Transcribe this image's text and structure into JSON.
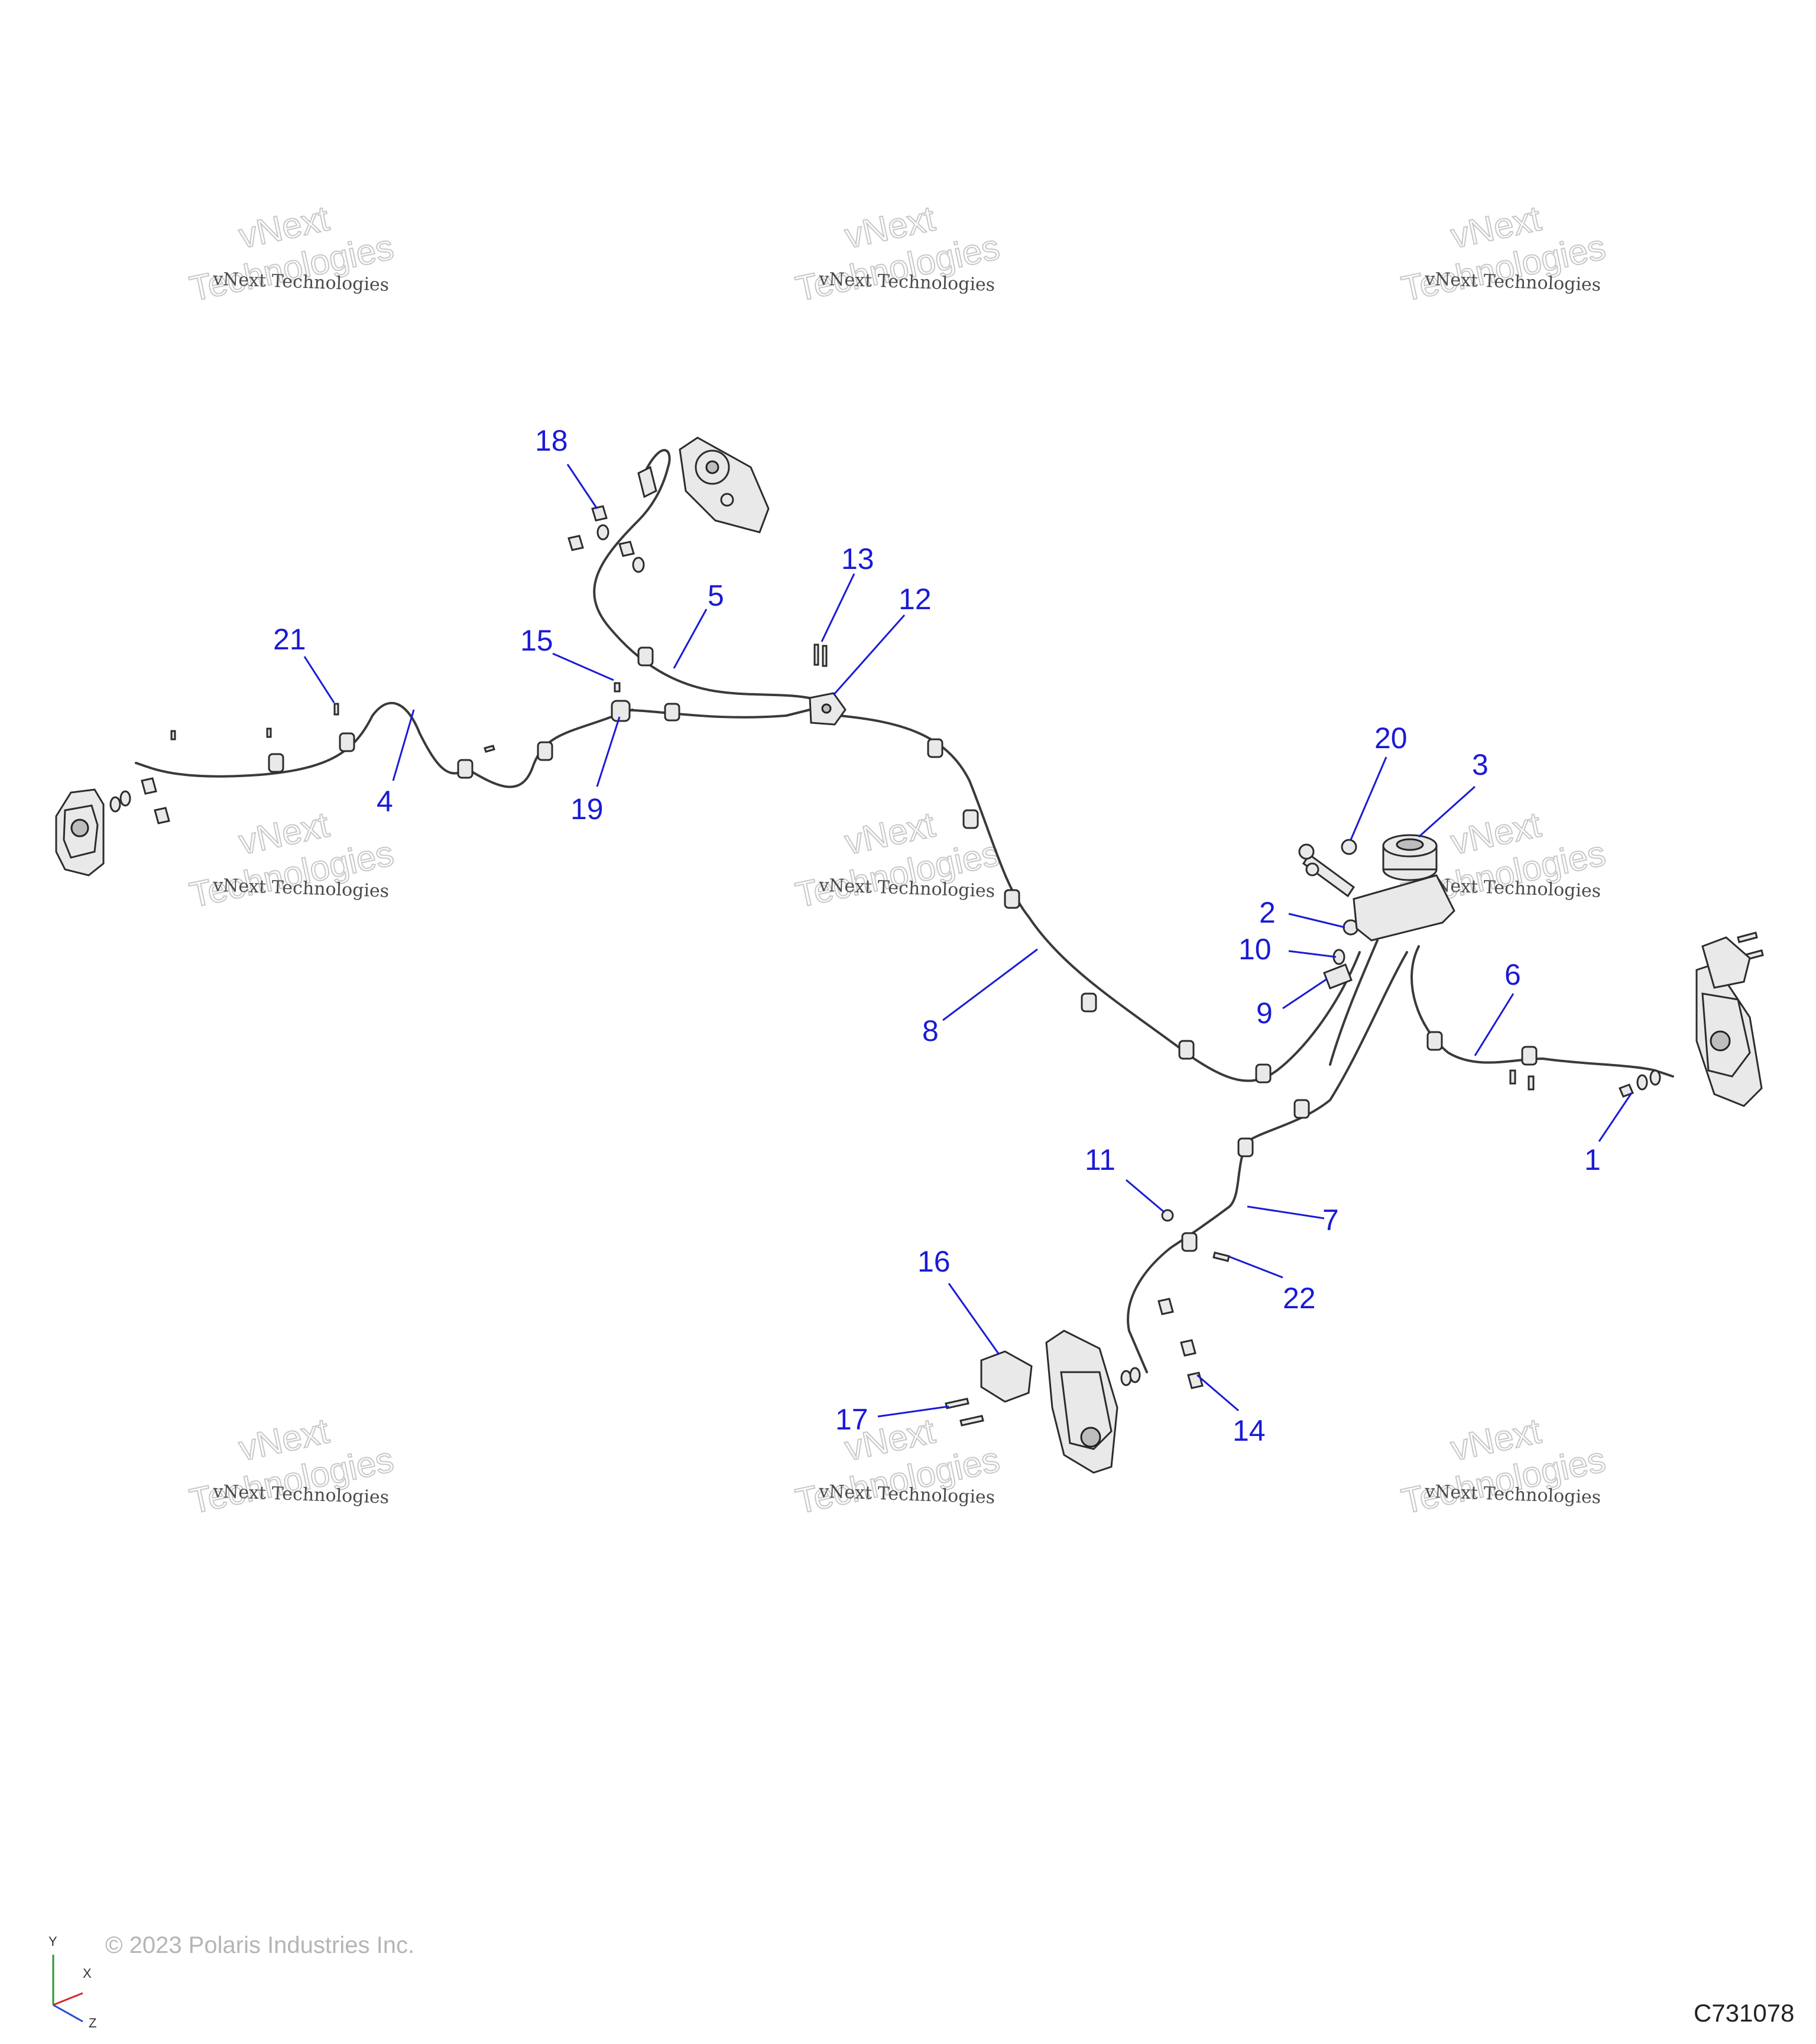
{
  "watermark": {
    "line1": "vNext Technologies",
    "line2": "vNext",
    "line3": "Technologies"
  },
  "callouts": {
    "c1": "1",
    "c2": "2",
    "c3": "3",
    "c4": "4",
    "c5": "5",
    "c6": "6",
    "c7": "7",
    "c8": "8",
    "c9": "9",
    "c10": "10",
    "c11": "11",
    "c12": "12",
    "c13": "13",
    "c14": "14",
    "c15": "15",
    "c16": "16",
    "c17": "17",
    "c18": "18",
    "c19": "19",
    "c20": "20",
    "c21": "21",
    "c22": "22"
  },
  "copyright": "© 2023 Polaris Industries Inc.",
  "part_number": "C731078",
  "axes": {
    "y": "Y",
    "x": "X",
    "z": "Z"
  },
  "colors": {
    "callout": "#1a1ad6",
    "line": "#3a3a3a",
    "watermark": "#c8c8c8"
  }
}
